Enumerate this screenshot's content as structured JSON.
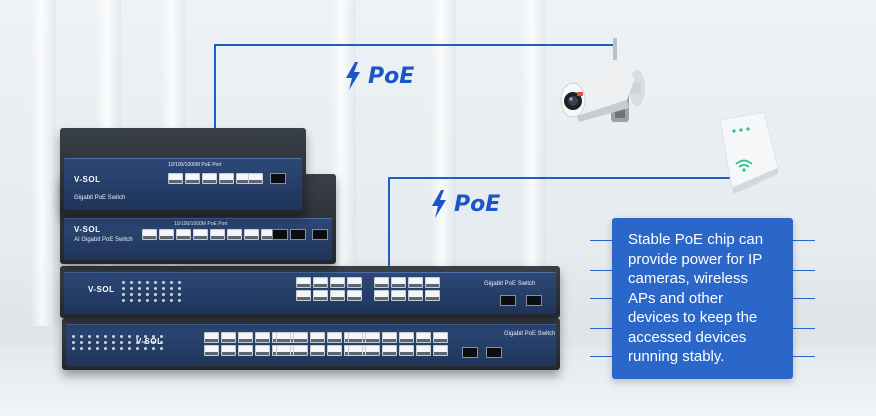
{
  "poe_labels": [
    "PoE",
    "PoE"
  ],
  "callout": {
    "lines": [
      "Stable PoE chip can",
      "provide power for IP",
      "cameras, wireless",
      "APs and other",
      "devices to keep the",
      "accessed devices",
      "running stably."
    ]
  },
  "switches": {
    "top": {
      "brand": "V-SOL",
      "model": "Gigabit PoE Switch",
      "port_header": "10/100/1000M PoE Port"
    },
    "second": {
      "brand": "V-SOL",
      "model": "AI Gigabit PoE Switch",
      "port_header": "10/100/1000M PoE Port"
    },
    "third": {
      "brand": "V-SOL",
      "model": "Gigabit PoE Switch"
    },
    "bottom": {
      "brand": "V-SOL",
      "model": "Gigabit PoE Switch"
    }
  },
  "colors": {
    "accent": "#2a67c9",
    "wire": "#1f5fc4",
    "switch_face": "#1f3559"
  },
  "icons": {
    "lightning": "lightning-icon",
    "camera": "ip-camera-icon",
    "access_point": "wireless-ap-icon",
    "wifi": "wifi-icon"
  }
}
